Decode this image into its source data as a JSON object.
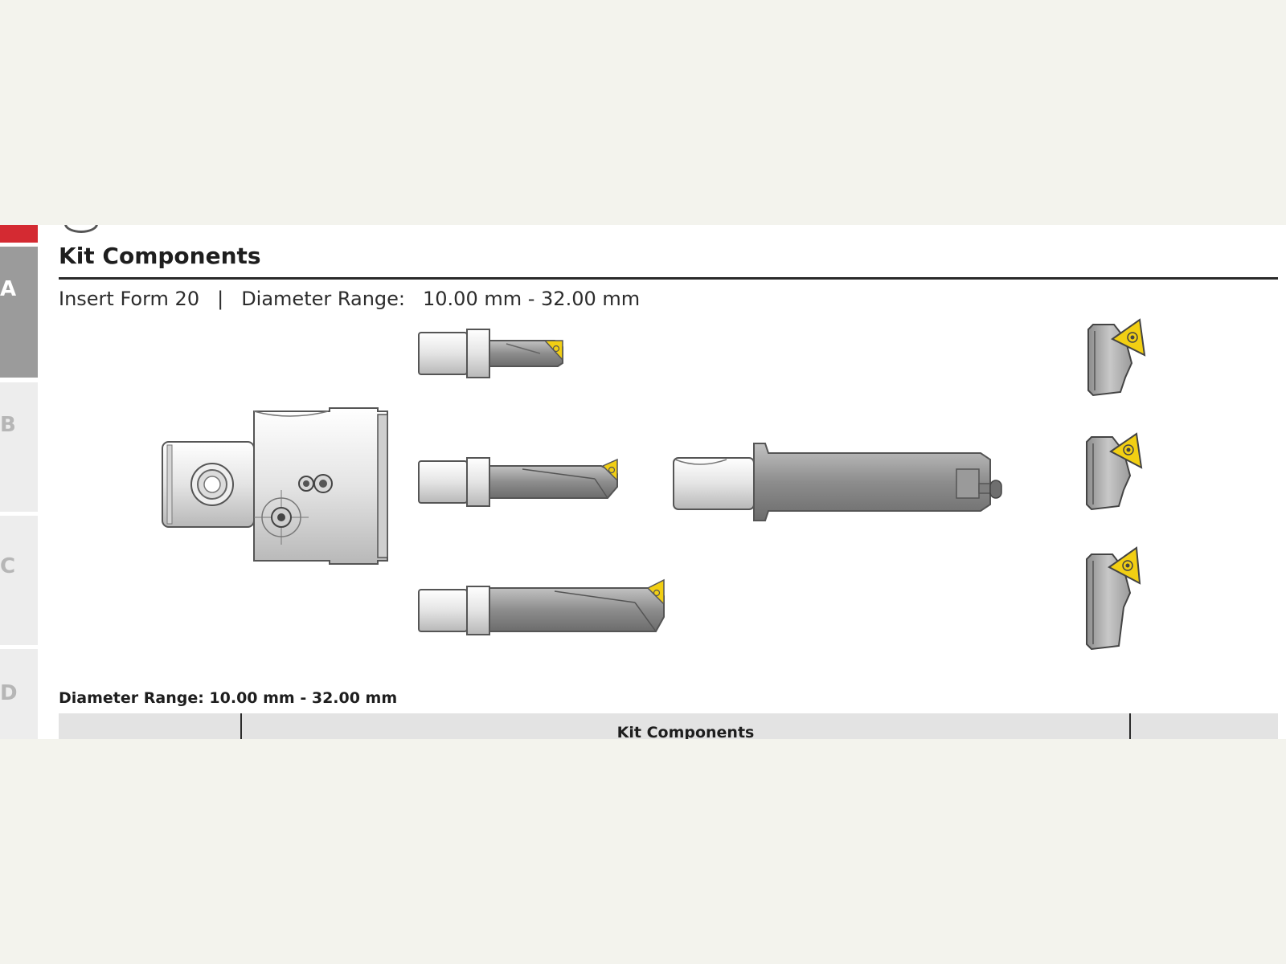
{
  "tabs": [
    {
      "label": "A"
    },
    {
      "label": "B"
    },
    {
      "label": "C"
    },
    {
      "label": "D"
    }
  ],
  "section": {
    "title": "Kit Components",
    "insert_form": "Insert Form 20",
    "separator": "|",
    "range_label": "Diameter Range:",
    "range_value": "10.00 mm - 32.00 mm"
  },
  "table": {
    "caption": "Diameter Range: 10.00 mm - 32.00 mm",
    "header_kit": "Kit Components"
  },
  "colors": {
    "accent_red": "#d42a32",
    "insert_yellow": "#f2cf13",
    "tool_grey": "#8a8a8a"
  }
}
